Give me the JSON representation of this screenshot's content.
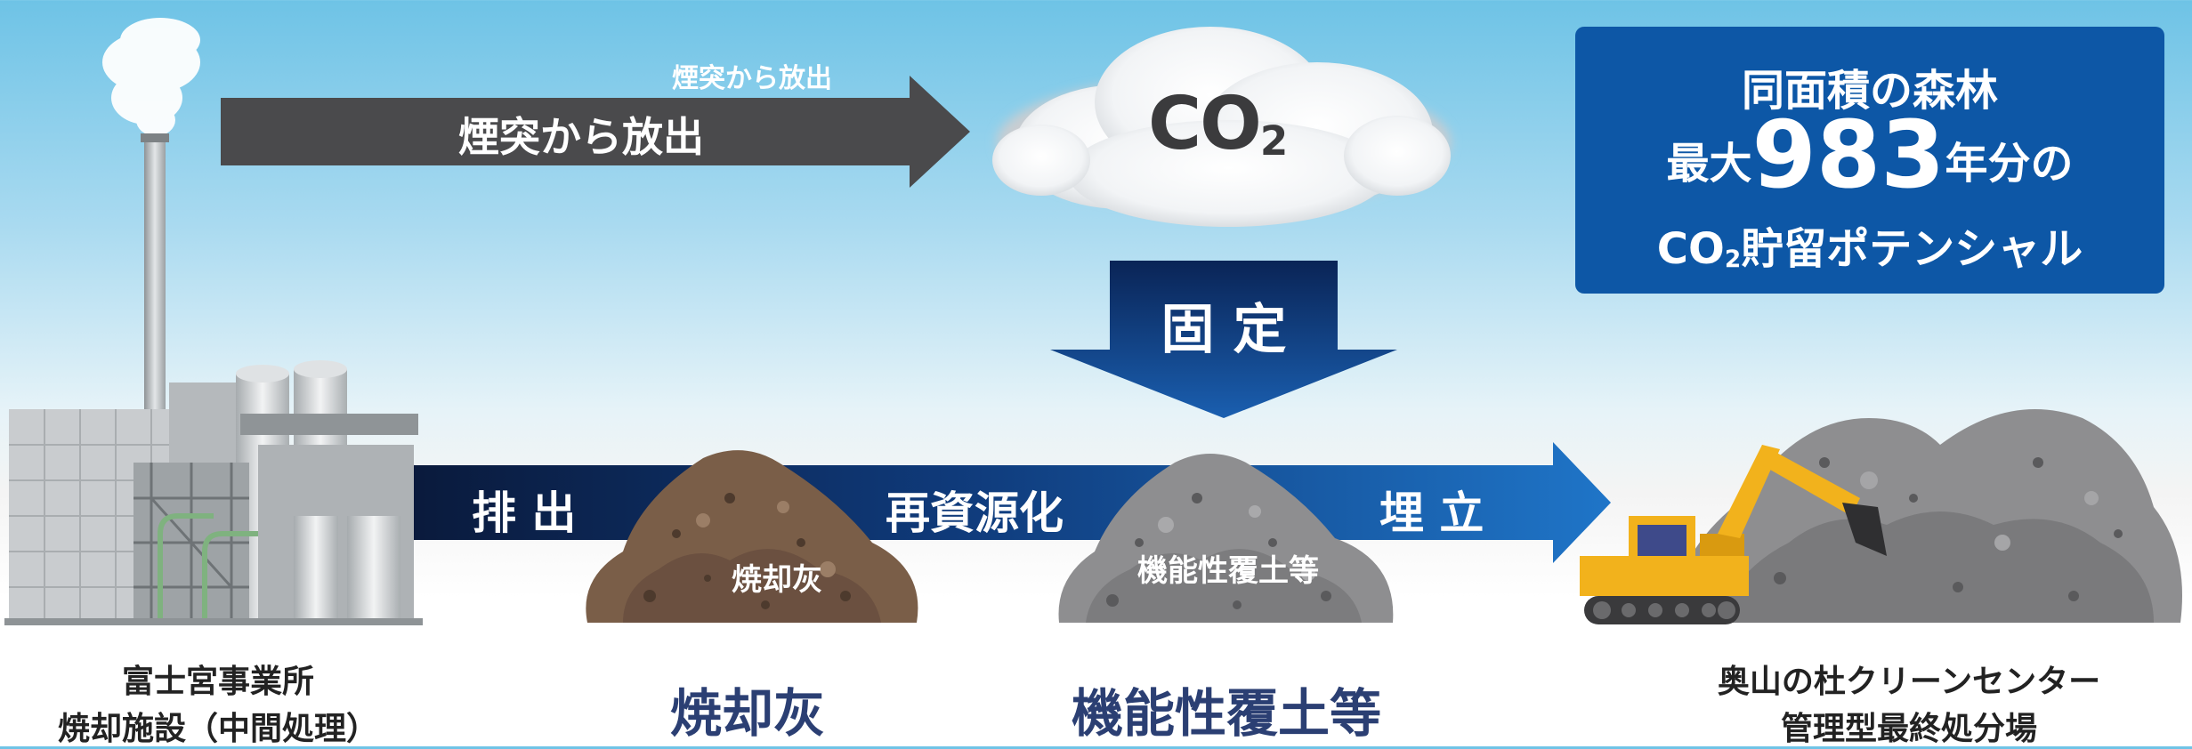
{
  "arrows": {
    "smokestack_label_small": "煙突から放出",
    "smokestack_label": "煙突から放出",
    "fix_label": "固 定",
    "discharge_label": "排 出",
    "recycle_label": "再資源化",
    "landfill_label": "埋 立"
  },
  "cloud": {
    "label_main": "CO",
    "label_sub": "2"
  },
  "info_box": {
    "line1": "同面積の森林",
    "line2_prefix": "最大",
    "line2_number": "983",
    "line2_suffix": "年分の",
    "line3_co": "CO",
    "line3_sub": "2",
    "line3_rest": "貯留ポテンシャル"
  },
  "piles": {
    "ash_inner": "焼却灰",
    "soil_inner": "機能性覆土等"
  },
  "captions": {
    "facility_line1": "富士宮事業所",
    "facility_line2": "焼却施設（中間処理）",
    "ash": "焼却灰",
    "soil": "機能性覆土等",
    "landfill_line1": "奥山の杜クリーンセンター",
    "landfill_line2": "管理型最終処分場"
  },
  "colors": {
    "info_box": "#0d57a6",
    "arrow_dark": "#4a4a4c",
    "arrow_navy": "#0a2456",
    "arrow_blue": "#1a6ec0",
    "caption_navy": "#2b3f73",
    "ash_brown": "#7a5e48",
    "soil_gray": "#8e8e90",
    "excavator_yellow": "#f2b21c"
  },
  "icons": [
    "smokestack-icon",
    "factory-icon",
    "cloud-icon",
    "ash-pile-icon",
    "soil-pile-icon",
    "excavator-icon",
    "landfill-pile-icon"
  ]
}
